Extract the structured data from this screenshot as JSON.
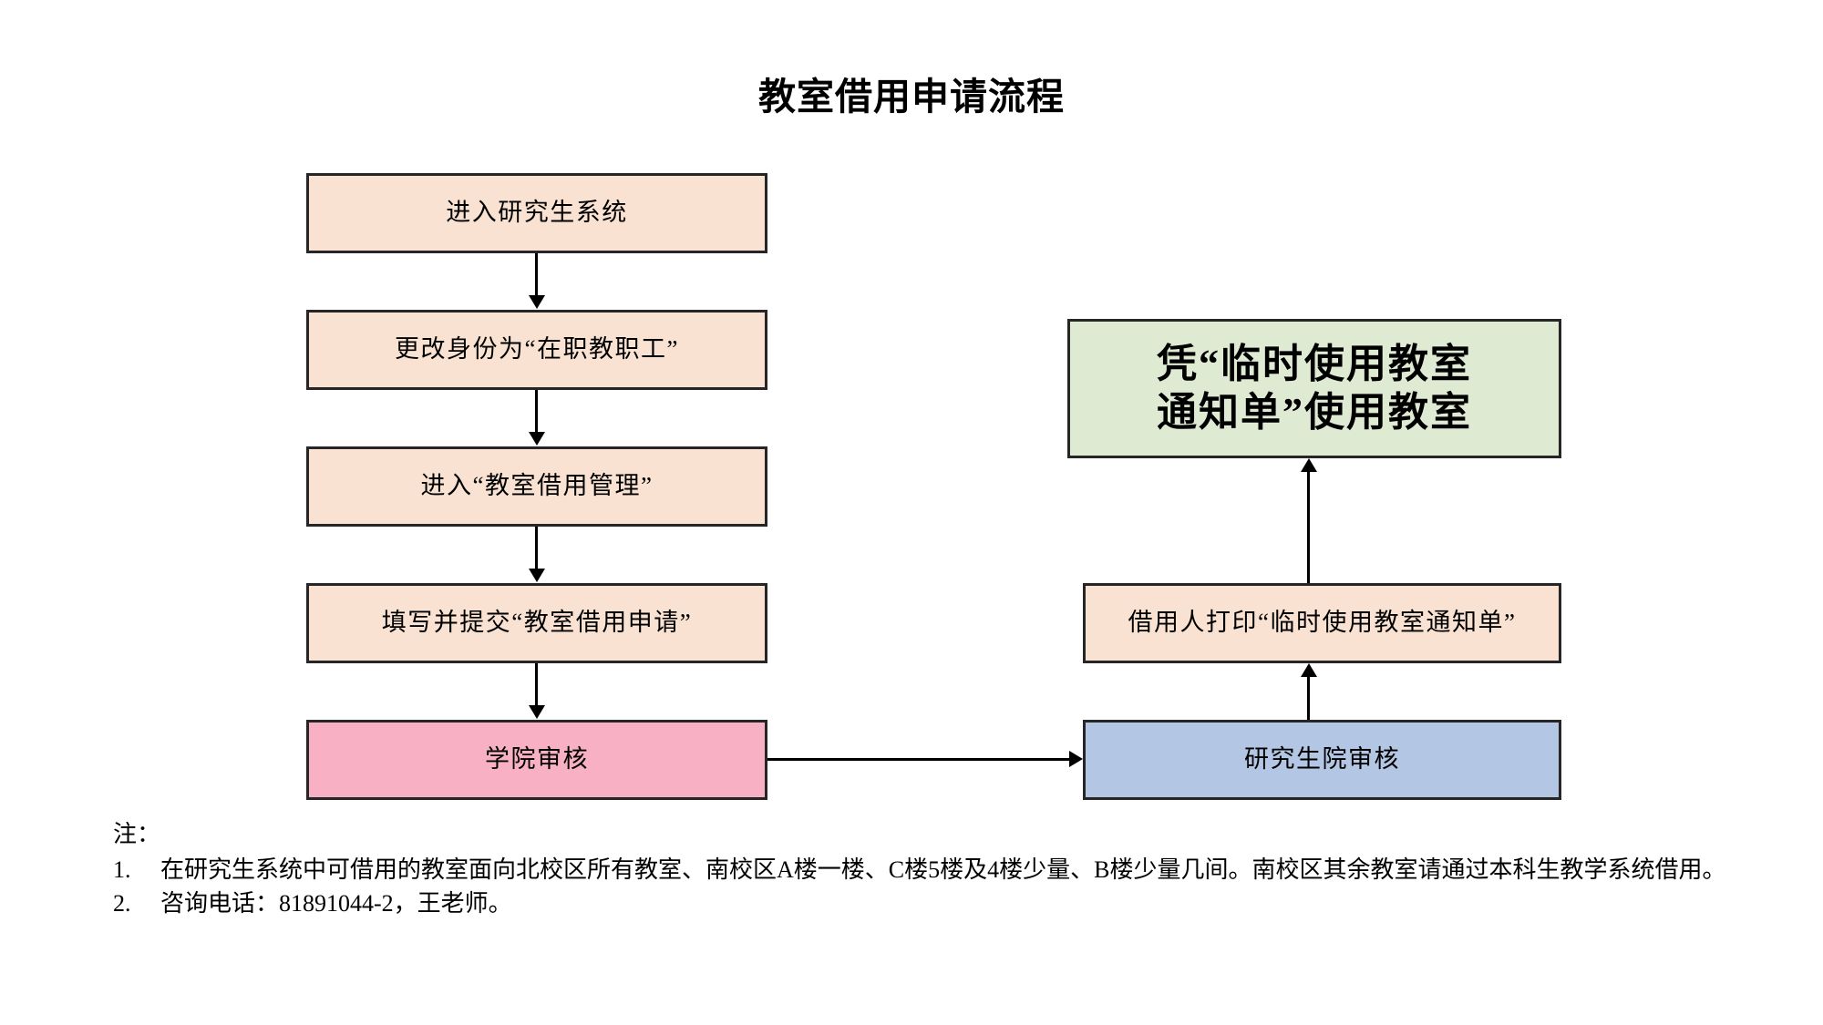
{
  "title": "教室借用申请流程",
  "colors": {
    "peach": "#F9E2D2",
    "pink": "#F8B0C4",
    "green": "#DFEAD3",
    "blue": "#B3C6E3",
    "border": "#262626",
    "connector": "#000000",
    "background": "#FFFFFF"
  },
  "flow": {
    "left_column": [
      {
        "id": "enter-system",
        "label": "进入研究生系统",
        "fill": "#F9E2D2"
      },
      {
        "id": "change-identity",
        "label": "更改身份为“在职教职工”",
        "fill": "#F9E2D2"
      },
      {
        "id": "enter-classroom-management",
        "label": "进入“教室借用管理”",
        "fill": "#F9E2D2"
      },
      {
        "id": "submit-application",
        "label": "填写并提交“教室借用申请”",
        "fill": "#F9E2D2"
      },
      {
        "id": "college-review",
        "label": "学院审核",
        "fill": "#F8B0C4"
      }
    ],
    "right_column": [
      {
        "id": "use-classroom",
        "label_line1": "凭“临时使用教室",
        "label_line2": "通知单”使用教室",
        "fill": "#DFEAD3"
      },
      {
        "id": "print-notice",
        "label": "借用人打印“临时使用教室通知单”",
        "fill": "#F9E2D2"
      },
      {
        "id": "graduate-school-review",
        "label": "研究生院审核",
        "fill": "#B3C6E3"
      }
    ]
  },
  "notes": {
    "heading": "注：",
    "items": [
      {
        "number": "1.",
        "text": "在研究生系统中可借用的教室面向北校区所有教室、南校区A楼一楼、C楼5楼及4楼少量、B楼少量几间。南校区其余教室请通过本科生教学系统借用。"
      },
      {
        "number": "2.",
        "text": "咨询电话：81891044-2，王老师。"
      }
    ]
  }
}
